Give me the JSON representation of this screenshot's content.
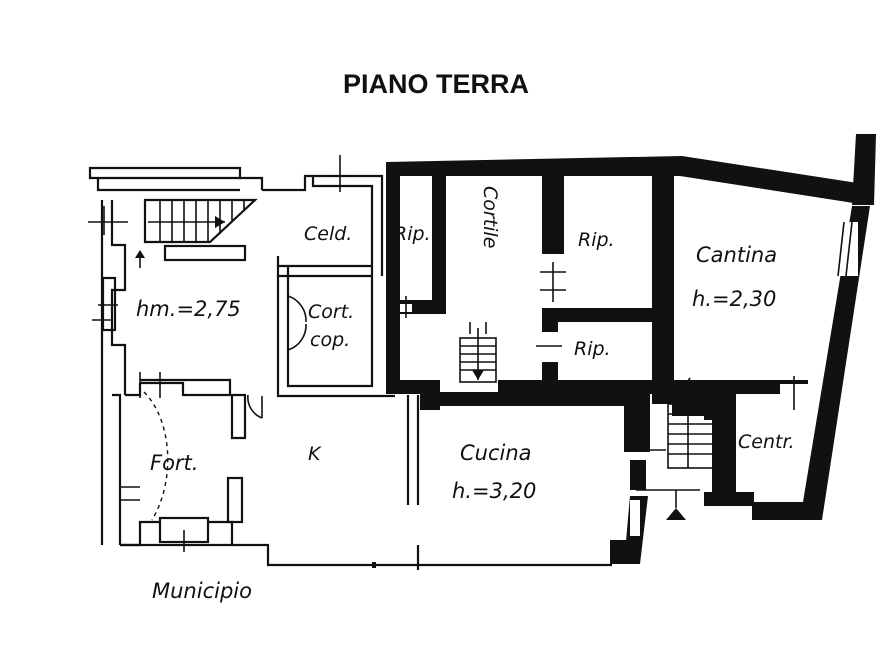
{
  "title": "PIANO TERRA",
  "rooms": {
    "celd": "Celd.",
    "rip_left": "Rip.",
    "cortile": "Cortile",
    "rip_upper": "Rip.",
    "rip_lower": "Rip.",
    "cantina": "Cantina",
    "cantina_height": "h.=2,30",
    "main_height": "hm.=2,75",
    "cort_cop_line1": "Cort.",
    "cort_cop_line2": "cop.",
    "fort": "Fort.",
    "kitchen_k": "K",
    "cucina": "Cucina",
    "cucina_height": "h.=3,20",
    "centr": "Centr."
  },
  "street_label": "Municipio"
}
